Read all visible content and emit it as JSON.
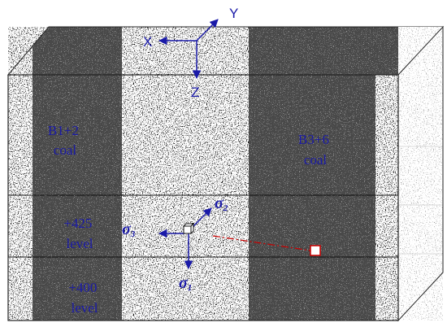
{
  "labels": {
    "seam_left": [
      "B1+2",
      "coal"
    ],
    "seam_right": [
      "B3+6",
      "coal"
    ],
    "level_upper": [
      "+425",
      "level"
    ],
    "level_lower": [
      "+400",
      "level"
    ]
  },
  "axes": {
    "x": "X",
    "y": "Y",
    "z": "Z"
  },
  "stress": {
    "sigma1_sub": "1",
    "sigma2_sub": "2",
    "sigma3_sub": "3",
    "symbol": "σ"
  },
  "colors": {
    "label_blue": "#1a1aa8",
    "coal": "#4a4a4a",
    "marker_red": "#cc0000"
  }
}
